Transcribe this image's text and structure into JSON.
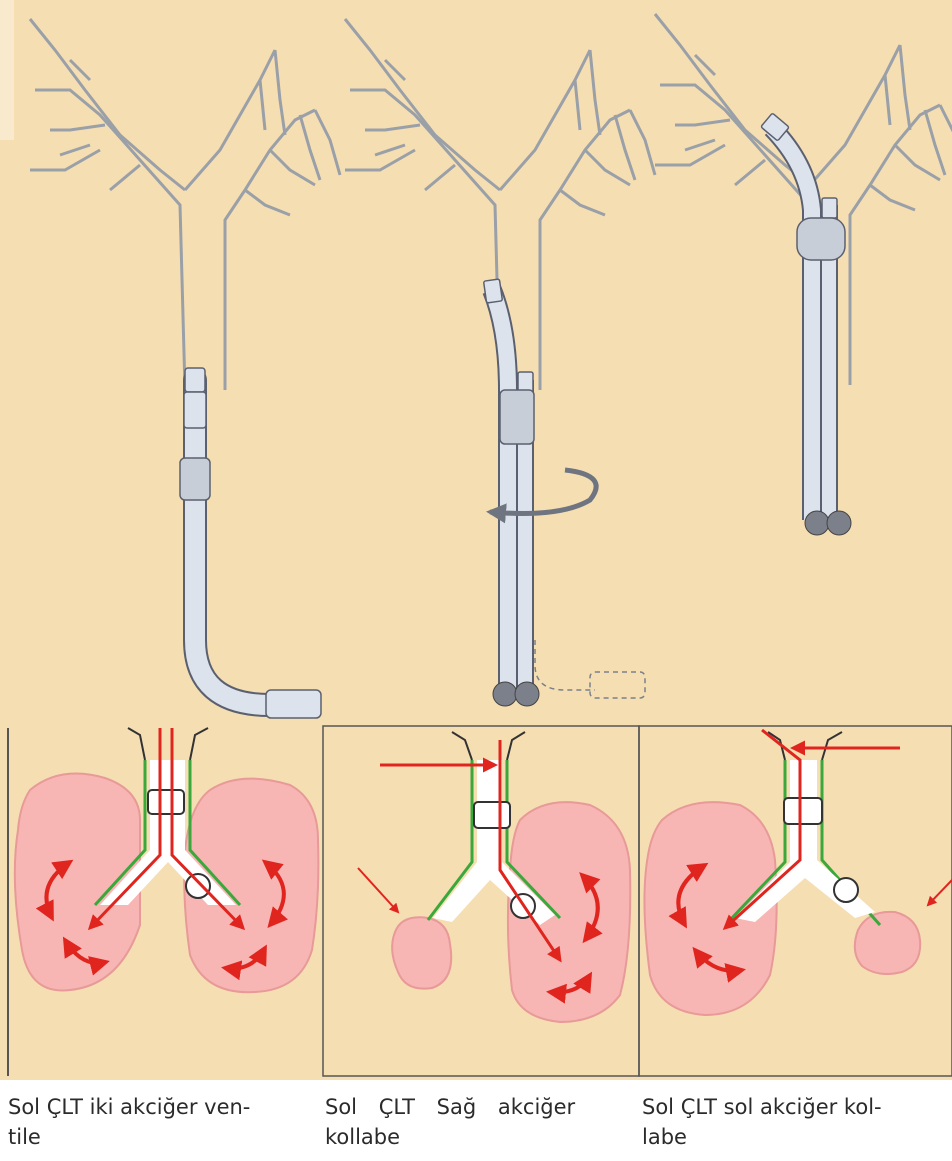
{
  "colors": {
    "background": "#f6deb3",
    "lung": "#f7b5b4",
    "lung_outline": "#e79a98",
    "tube": "#dde3ec",
    "tube_outline": "#5b6070",
    "airway_line": "#9aa0a8",
    "airflow_arrow": "#e0251f",
    "bronchial_wall": "#3aa83a",
    "rotation_arrow": "#6e7480",
    "caption_text": "#2b2b2b"
  },
  "icons": [
    "trachea-bronchi-outline",
    "double-lumen-tube",
    "tracheal-cuff",
    "bronchial-cuff",
    "rotation-arrow",
    "lung",
    "airflow-arrow",
    "collapsed-lung"
  ],
  "panels": [
    {
      "id": "both-lungs-ventilated",
      "lungs": "both-inflated"
    },
    {
      "id": "right-lung-collapsed",
      "lungs": "right-collapsed"
    },
    {
      "id": "left-lung-collapsed",
      "lungs": "left-collapsed"
    }
  ],
  "captions": [
    {
      "line1": "Sol ÇLT iki akciğer ven-",
      "line2": "tile"
    },
    {
      "line1": "Sol ÇLT Sağ akciğer",
      "line2": "kollabe"
    },
    {
      "line1": "Sol ÇLT sol akciğer kol-",
      "line2": "labe"
    }
  ]
}
